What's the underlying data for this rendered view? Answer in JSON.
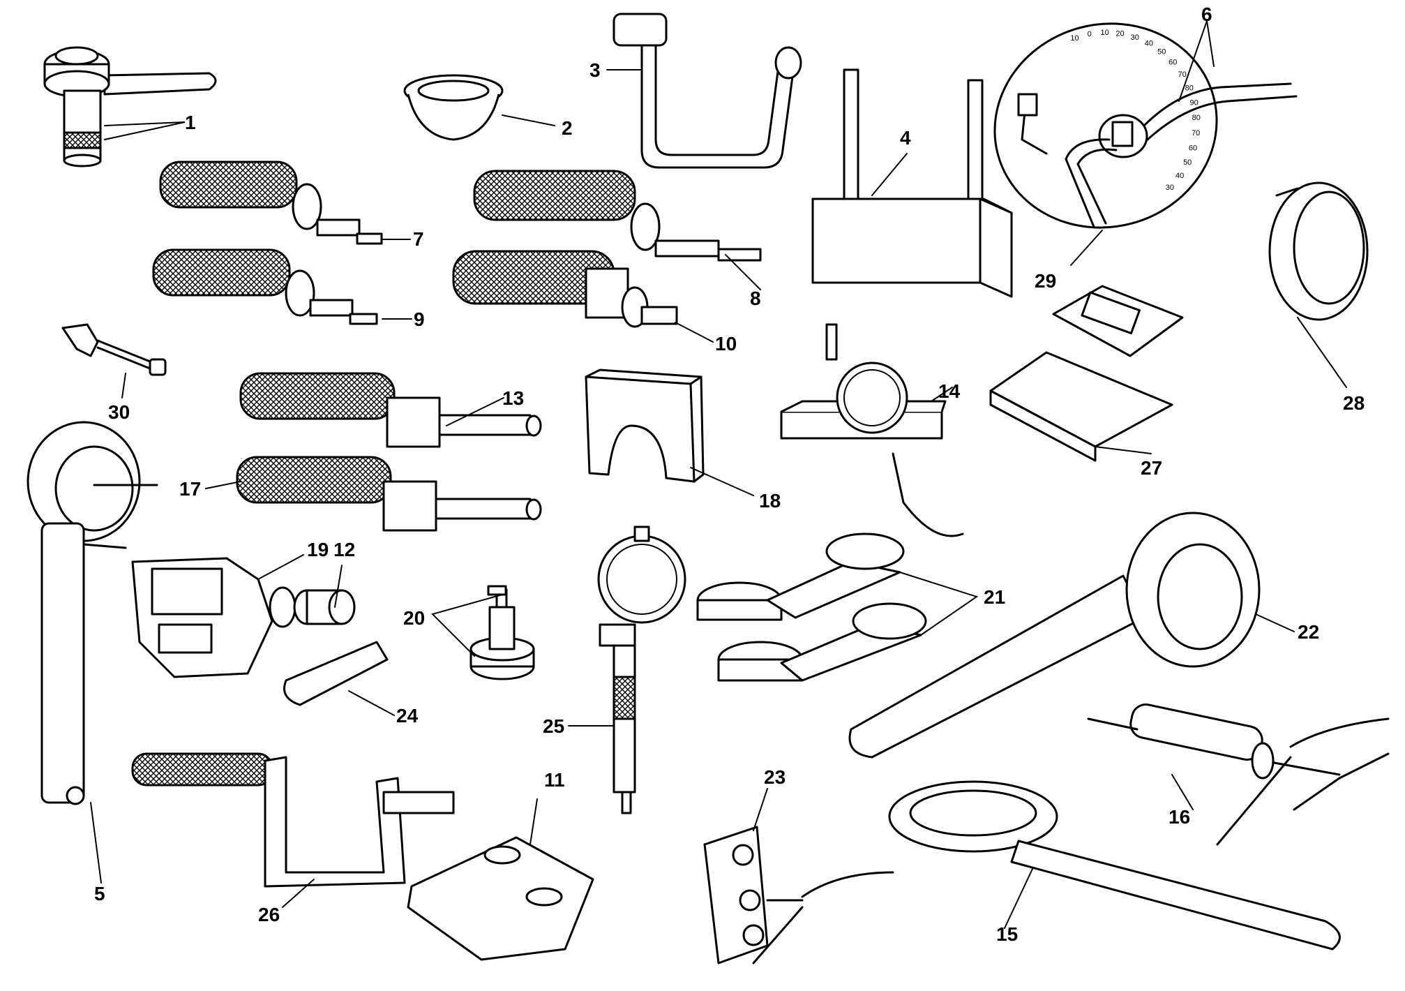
{
  "diagram": {
    "labels": {
      "l1": "1",
      "l2": "2",
      "l3": "3",
      "l4": "4",
      "l5": "5",
      "l6": "6",
      "l7": "7",
      "l8": "8",
      "l9": "9",
      "l10": "10",
      "l11": "11",
      "l12": "12",
      "l13": "13",
      "l14": "14",
      "l15": "15",
      "l16": "16",
      "l17": "17",
      "l18": "18",
      "l19": "19",
      "l20": "20",
      "l21": "21",
      "l22": "22",
      "l23": "23",
      "l24": "24",
      "l25": "25",
      "l26": "26",
      "l27": "27",
      "l28": "28",
      "l29": "29",
      "l30": "30"
    },
    "dial_scale": [
      "10",
      "0",
      "10",
      "20",
      "30",
      "40",
      "50",
      "60",
      "70",
      "80",
      "90",
      "80",
      "70",
      "60",
      "50",
      "40",
      "30"
    ]
  }
}
